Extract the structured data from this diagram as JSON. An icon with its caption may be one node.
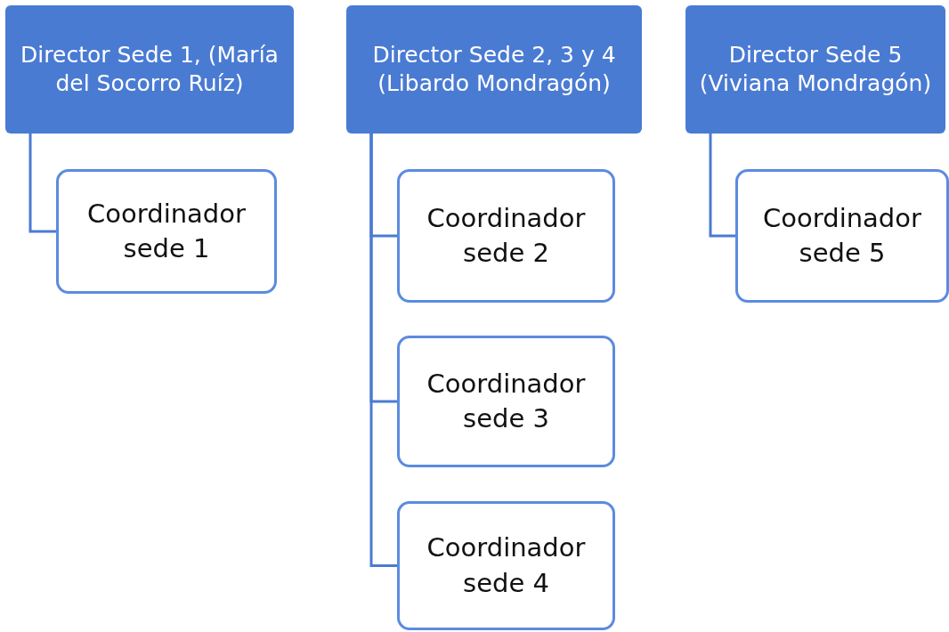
{
  "diagram": {
    "nodes": [
      {
        "text": [
          "Director Sede 1, (María del Socorro Ruíz)"
        ]
      },
      {
        "text": [
          "Coordinador sede 1"
        ]
      },
      {
        "text": [
          "Director Sede 2, 3 y 4 (Libardo Mondragón)"
        ]
      },
      {
        "text": [
          "Coordinador sede 2"
        ]
      },
      {
        "text": [
          "Coordinador sede 3"
        ]
      },
      {
        "text": [
          "Coordinador sede 4"
        ]
      },
      {
        "text": [
          "Director Sede 5 (Viviana Mondragón)"
        ]
      },
      {
        "text": [
          "Coordinador sede 5"
        ]
      }
    ],
    "edges": [
      {
        "from": 0,
        "to": 1,
        "arrow": "none"
      },
      {
        "from": 2,
        "to": 3,
        "arrow": "none"
      },
      {
        "from": 2,
        "to": 4,
        "arrow": "none"
      },
      {
        "from": 2,
        "to": 5,
        "arrow": "none"
      },
      {
        "from": 6,
        "to": 7,
        "arrow": "none"
      }
    ]
  }
}
